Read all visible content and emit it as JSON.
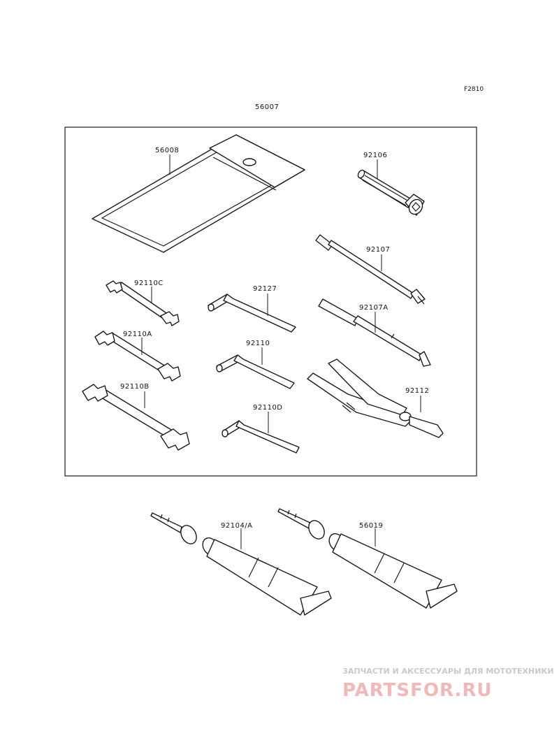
{
  "figure_ref": "F2810",
  "kit_part": "56007",
  "parts": {
    "tool_bag": "56008",
    "spark_plug_wrench": "92106",
    "screwdriver_shank": "92107",
    "screwdriver_shank_a": "92107A",
    "wrench_c": "92110C",
    "wrench_a": "92110A",
    "wrench_b": "92110B",
    "hex_key_92127": "92127",
    "hex_key_92110": "92110",
    "hex_key_d": "92110D",
    "pliers": "92112",
    "grease_tube_1": "92104/A",
    "grease_tube_2": "56019"
  },
  "watermark": {
    "tagline": "ЗАПЧАСТИ И АКСЕССУАРЫ ДЛЯ МОТОТЕХНИКИ",
    "logo": "PARTSFOR.RU"
  }
}
